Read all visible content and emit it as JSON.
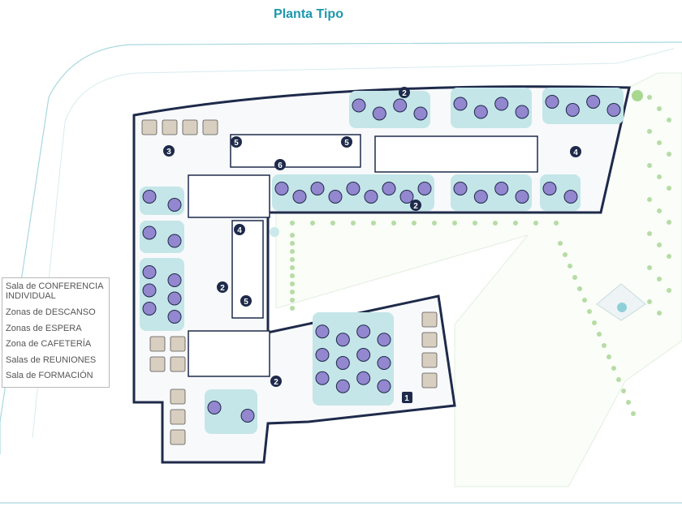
{
  "title": "Planta Tipo",
  "legend": {
    "items": [
      "Sala de CONFERENCIA INDIVIDUAL",
      "Zonas de DESCANSO",
      "Zonas de ESPERA",
      "Zona de CAFETERÍA",
      "Salas de REUNIONES",
      "Sala de FORMACIÓN"
    ]
  },
  "markers": [
    "2",
    "3",
    "5",
    "5",
    "6",
    "4",
    "2",
    "4",
    "2",
    "5",
    "2",
    "1"
  ],
  "colors": {
    "title": "#1b98ad",
    "wall": "#1e2a4a",
    "zone": "#c4e6e8",
    "table": "#9387cf",
    "greenery": "#b6dca4",
    "outline": "#9fd3d8"
  }
}
